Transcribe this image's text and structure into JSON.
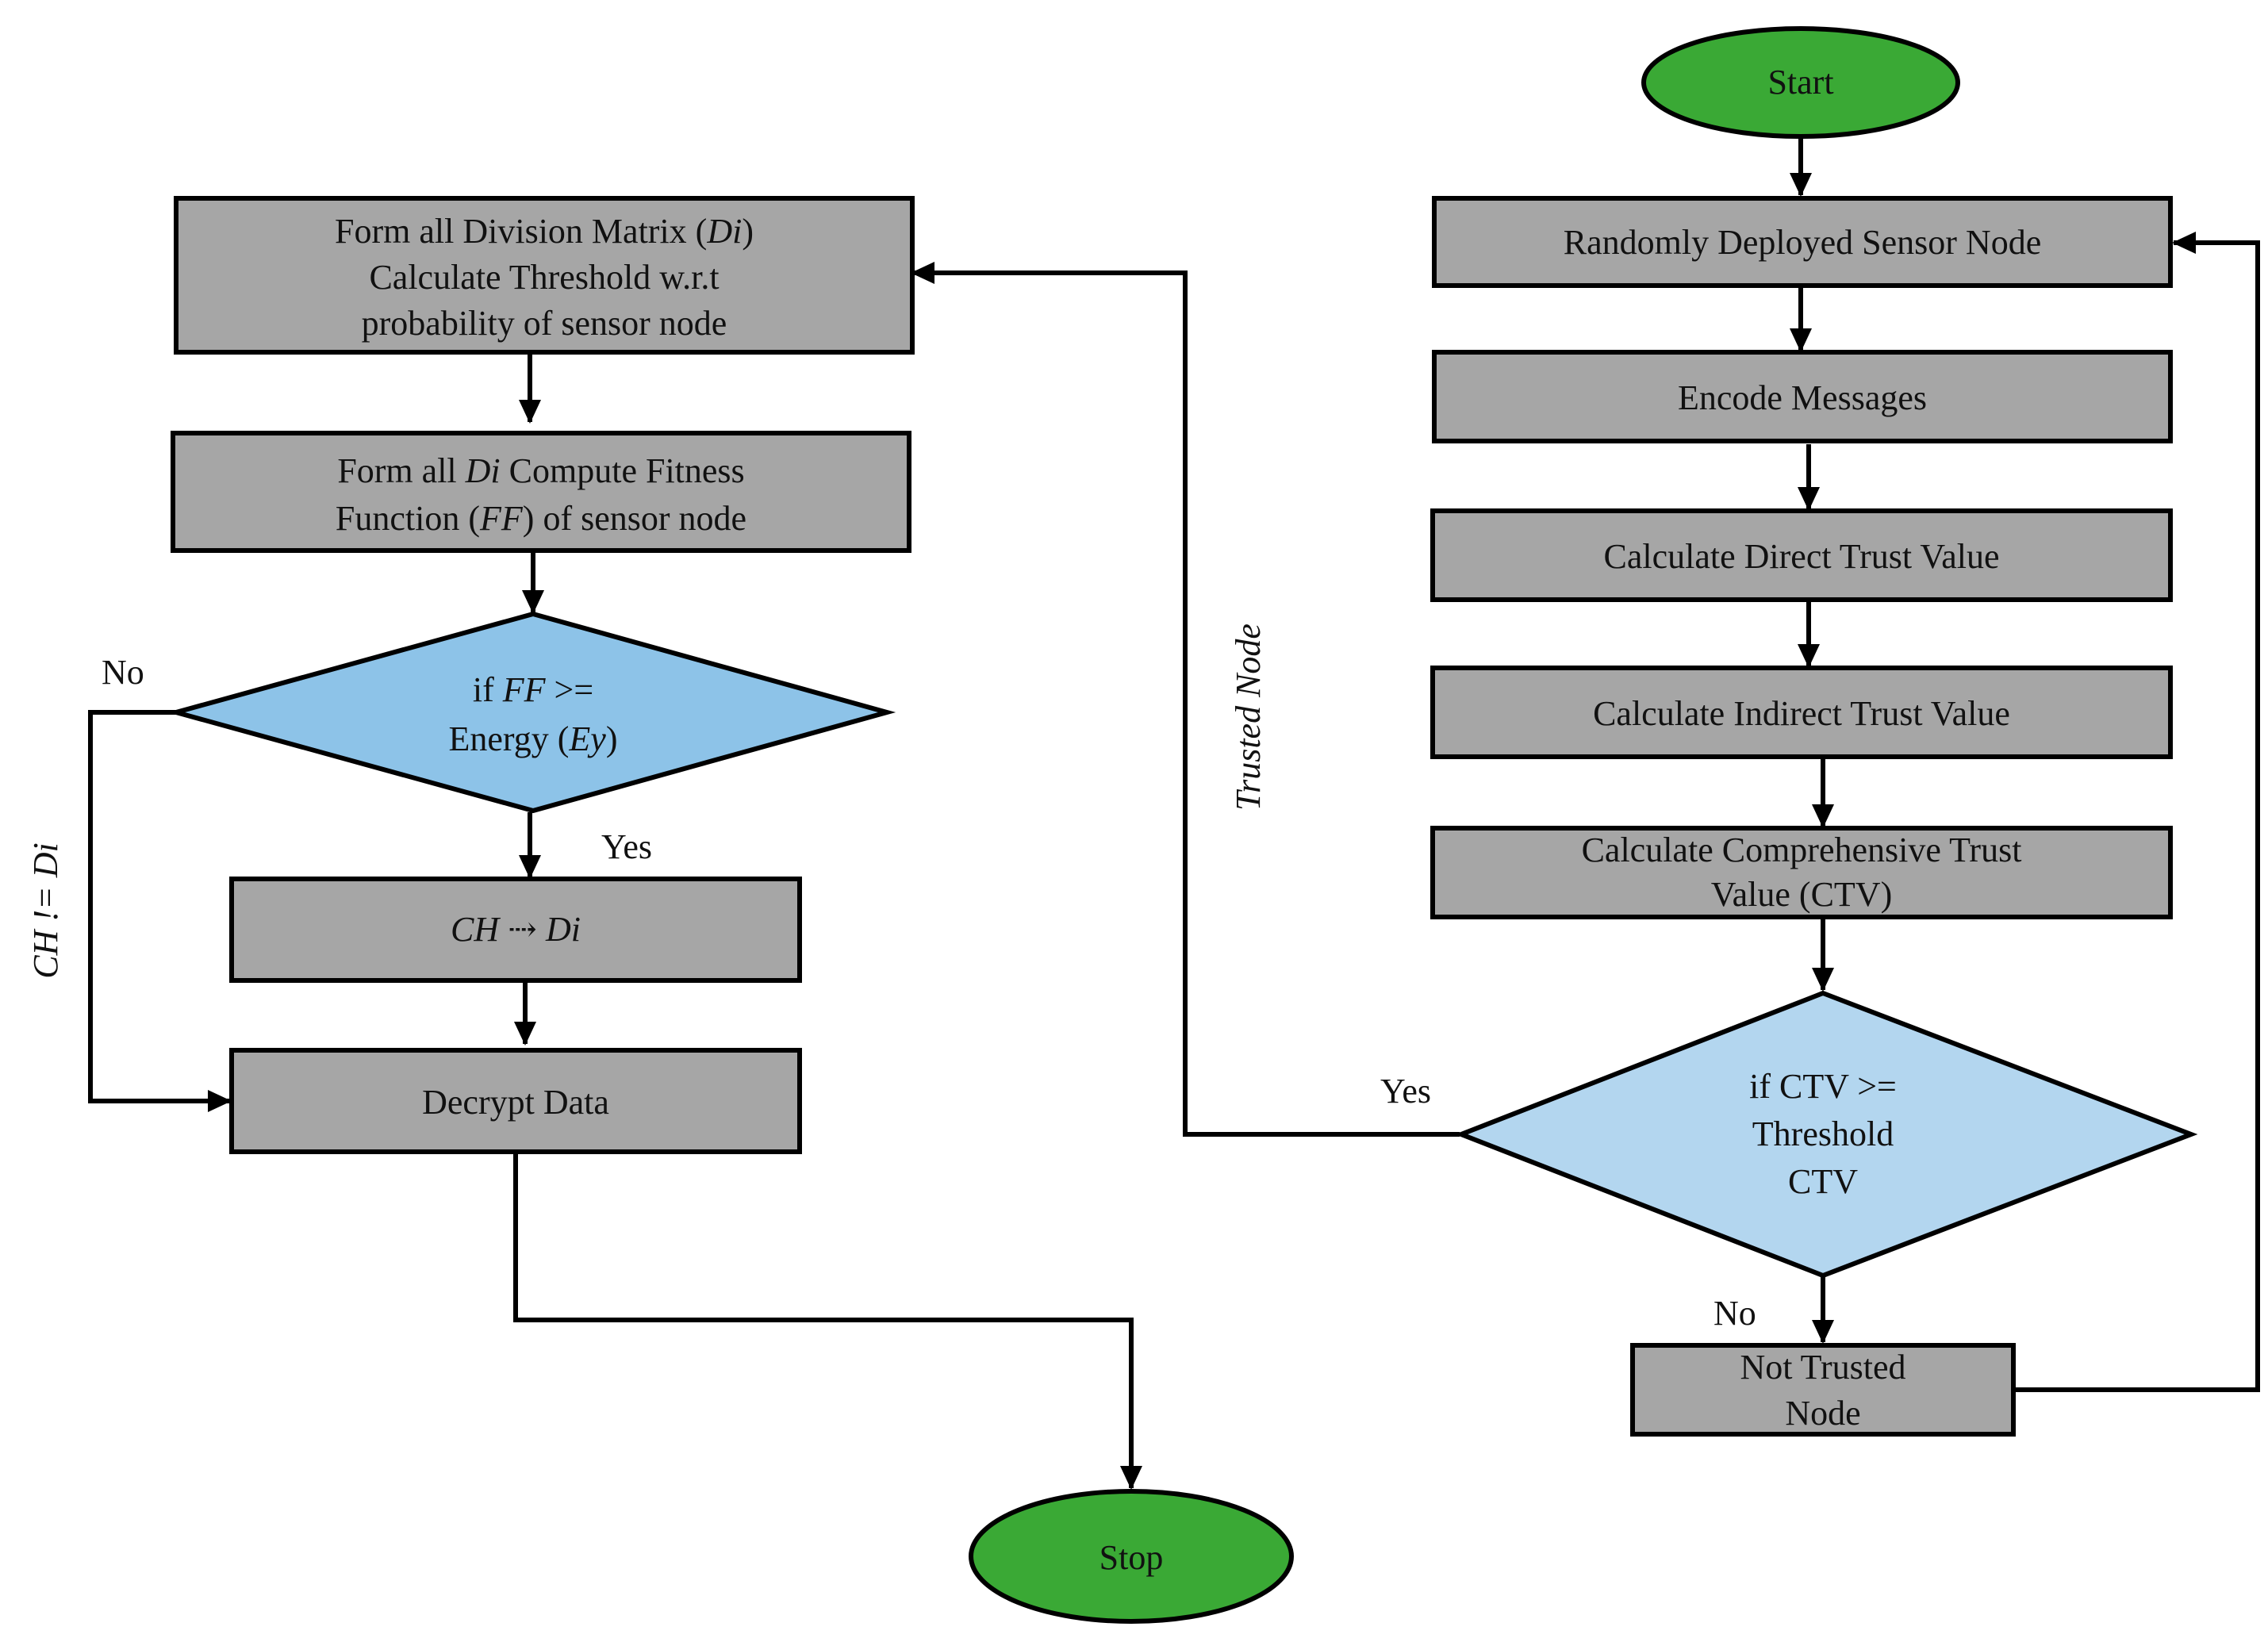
{
  "nodes": {
    "start": {
      "label": "Start"
    },
    "stop": {
      "label": "Stop"
    },
    "deploy": {
      "label": "Randomly Deployed Sensor Node"
    },
    "encode": {
      "label": "Encode Messages"
    },
    "direct_trust": {
      "label": "Calculate Direct Trust Value"
    },
    "indirect_trust": {
      "label": "Calculate Indirect Trust Value"
    },
    "ctv": {
      "line1": "Calculate Comprehensive Trust",
      "line2": "Value (CTV)"
    },
    "ctv_decision": {
      "line1": "if CTV >=",
      "line2": "Threshold",
      "line3": "CTV"
    },
    "not_trusted": {
      "line1": "Not Trusted",
      "line2": "Node"
    },
    "division_matrix": {
      "line1_a": "Form all Division Matrix (",
      "line1_b": "Di",
      "line1_c": ")",
      "line2": "Calculate Threshold w.r.t",
      "line3": "probability of sensor node"
    },
    "fitness": {
      "line1_a": "Form all ",
      "line1_b": "Di",
      "line1_c": " Compute Fitness",
      "line2_a": "Function (",
      "line2_b": "FF",
      "line2_c": ") of sensor node"
    },
    "ff_decision": {
      "line1_a": "if ",
      "line1_b": "FF",
      "line1_c": " >=",
      "line2_a": "Energy (",
      "line2_b": "Ey",
      "line2_c": ")"
    },
    "ch_assign": {
      "label_a": "CH ",
      "label_b": "⇢",
      "label_c": " Di"
    },
    "decrypt": {
      "label": "Decrypt Data"
    }
  },
  "edge_labels": {
    "ff_no": "No",
    "ff_yes": "Yes",
    "ctv_yes": "Yes",
    "ctv_no": "No",
    "trusted_node": "Trusted Node",
    "ch_not_di": "CH != Di"
  },
  "colors": {
    "process_fill": "#a6a6a6",
    "decision_fill": "#8dc3e8",
    "decision_fill_light": "#b3d6ef",
    "terminal_fill": "#3aa935",
    "stroke": "#000000"
  }
}
